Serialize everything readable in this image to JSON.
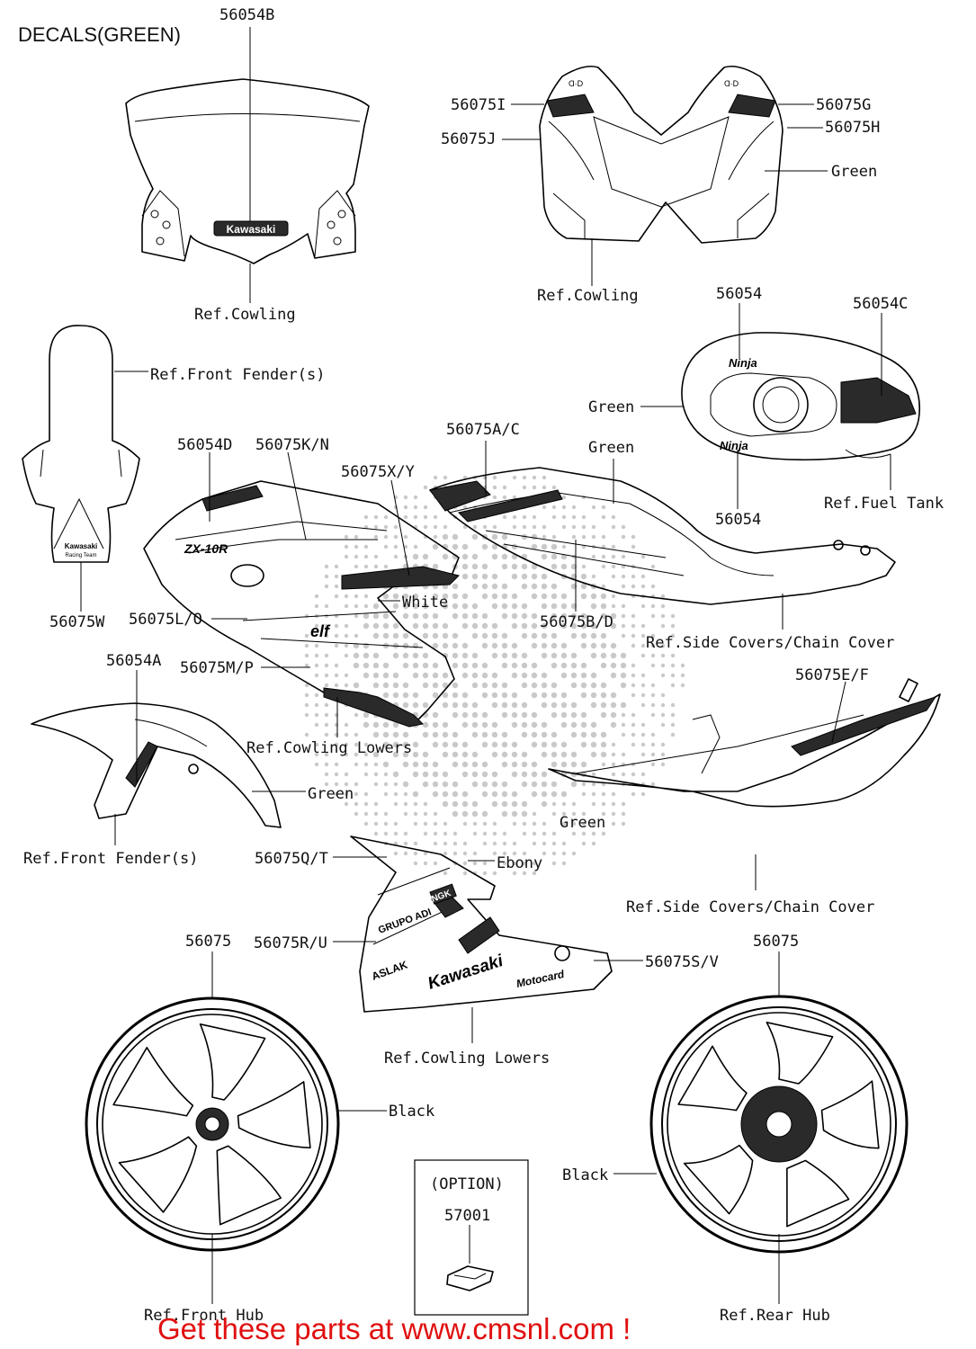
{
  "title": "DECALS(GREEN)",
  "footer": "Get these parts at www.cmsnl.com !",
  "labels": {
    "p56054B": "56054B",
    "ref_cowling_1": "Ref.Cowling",
    "p56075I": "56075I",
    "p56075J": "56075J",
    "p56075G": "56075G",
    "p56075H": "56075H",
    "green_1": "Green",
    "ref_cowling_2": "Ref.Cowling",
    "ref_front_fender_1": "Ref.Front Fender(s)",
    "p56075W": "56075W",
    "p56054_top": "56054",
    "p56054C": "56054C",
    "green_tank": "Green",
    "ref_fuel_tank": "Ref.Fuel Tank",
    "p56054_bottom": "56054",
    "p56054D": "56054D",
    "p56075KN": "56075K/N",
    "p56075XY": "56075X/Y",
    "p56075AC": "56075A/C",
    "green_cover": "Green",
    "white": "White",
    "p56075LO": "56075L/O",
    "p56075BD": "56075B/D",
    "ref_side_covers_1": "Ref.Side Covers/Chain Cover",
    "p56054A": "56054A",
    "p56075MP": "56075M/P",
    "ref_cowling_lowers_1": "Ref.Cowling Lowers",
    "green_fender": "Green",
    "p56075EF": "56075E/F",
    "green_rear": "Green",
    "ref_front_fender_2": "Ref.Front Fender(s)",
    "p56075QT": "56075Q/T",
    "ebony": "Ebony",
    "ref_side_covers_2": "Ref.Side Covers/Chain Cover",
    "p56075_left": "56075",
    "p56075RU": "56075R/U",
    "p56075SV": "56075S/V",
    "p56075_right": "56075",
    "ref_cowling_lowers_2": "Ref.Cowling Lowers",
    "black_left": "Black",
    "black_right": "Black",
    "option": "(OPTION)",
    "p57001": "57001",
    "ref_front_hub": "Ref.Front Hub",
    "ref_rear_hub": "Ref.Rear Hub"
  },
  "decal_text": {
    "screen_logo": "Kawasaki",
    "fender_logo": "Kawasaki",
    "fender_sub": "Racing Team",
    "tank_logo": "Ninja",
    "cowl_text": "ZX-10R",
    "elf": "elf",
    "lower_sponsor_1": "GRUPO ADI",
    "lower_sponsor_2": "NGK",
    "lower_sponsor_3": "ASLAK",
    "lower_logo": "Kawasaki",
    "lower_sub": "Motocard"
  }
}
